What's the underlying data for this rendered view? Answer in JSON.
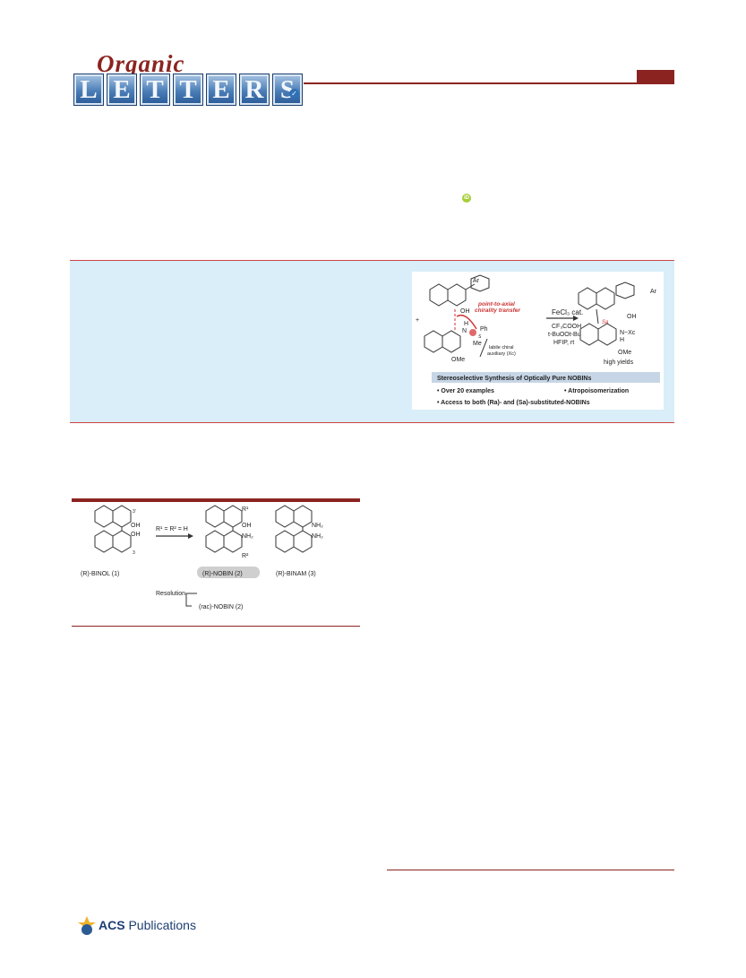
{
  "journal": {
    "script": "Organic",
    "tiles": [
      "L",
      "E",
      "T",
      "T",
      "E",
      "R",
      "S"
    ],
    "open_access_mark": "✓"
  },
  "orcid_mark": "iD",
  "toc_graphic": {
    "aryl": "Ar",
    "hydroxyl": "OH",
    "plus": "+",
    "amine_H": "H",
    "amine_N": "N",
    "transfer_label_1": "point-to-axial",
    "transfer_label_2": "chirality transfer",
    "sulfur": "S",
    "phenyl": "Ph",
    "methyl": "Me",
    "methoxy": "OMe",
    "auxiliary_1": "labile chiral",
    "auxiliary_2": "auxiliary (Xc)",
    "catalyst": "FeCl₃ cat.",
    "cond_1": "CF₃COOH",
    "cond_2": "t-BuOOt-Bu",
    "cond_3": "HFIP, rt",
    "prod_aryl": "Ar",
    "prod_oh": "OH",
    "prod_nxc": "N−Xc",
    "prod_h": "H",
    "prod_ome": "OMe",
    "prod_sa": "Sa",
    "yield": "high yields",
    "banner": "Stereoselective Synthesis of Optically Pure NOBINs",
    "bullet_1": "• Over 20 examples",
    "bullet_2": "• Atropoisomerization",
    "bullet_3": "• Access to both (Ra)- and (Sa)-substituted-NOBINs"
  },
  "figure1": {
    "binol_label": "(R)-BINOL (1)",
    "nobin_label": "(R)-NOBIN (2)",
    "binam_label": "(R)-BINAM (3)",
    "arrow_label": "R¹ = R² = H",
    "resolution": "Resolution",
    "rac_label": "(rac)-NOBIN (2)",
    "oh": "OH",
    "nh2": "NH₂",
    "r1": "R¹",
    "r2": "R²",
    "pos3p": "3′",
    "pos3": "3"
  },
  "publisher": {
    "acs": "ACS",
    "publications": "Publications"
  }
}
